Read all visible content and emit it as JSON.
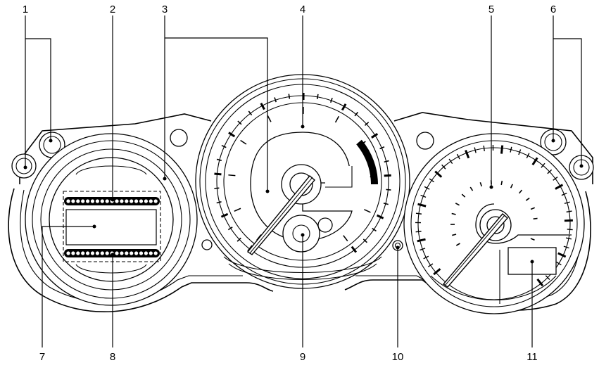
{
  "callouts": [
    {
      "id": 1,
      "label": "1"
    },
    {
      "id": 2,
      "label": "2"
    },
    {
      "id": 3,
      "label": "3"
    },
    {
      "id": 4,
      "label": "4"
    },
    {
      "id": 5,
      "label": "5"
    },
    {
      "id": 6,
      "label": "6"
    },
    {
      "id": 7,
      "label": "7"
    },
    {
      "id": 8,
      "label": "8"
    },
    {
      "id": 9,
      "label": "9"
    },
    {
      "id": 10,
      "label": "10"
    },
    {
      "id": 11,
      "label": "11"
    }
  ],
  "colors": {
    "line": "#000000",
    "background": "#ffffff"
  }
}
